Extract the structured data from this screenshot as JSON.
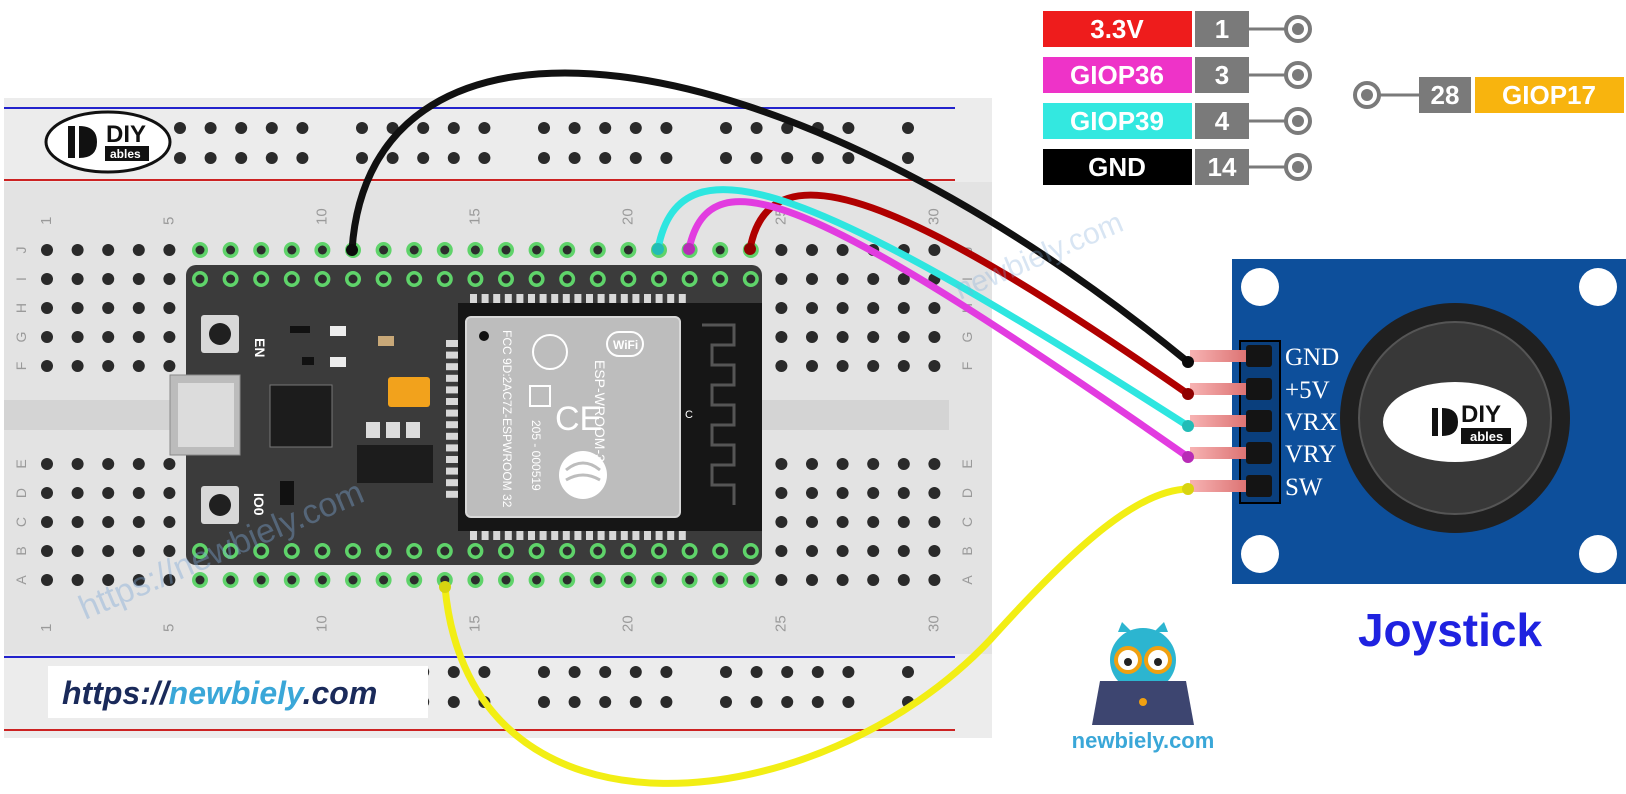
{
  "pin_legend": {
    "esp_pins": [
      {
        "name": "3.3V",
        "number": "1",
        "color": "#ee1c1c"
      },
      {
        "name": "GIOP36",
        "number": "3",
        "color": "#ee33c8"
      },
      {
        "name": "GIOP39",
        "number": "4",
        "color": "#33e8e0"
      },
      {
        "name": "GND",
        "number": "14",
        "color": "#000000"
      }
    ],
    "right_pin": {
      "name": "GIOP17",
      "number": "28",
      "color": "#f8b40e"
    }
  },
  "joystick": {
    "title": "Joystick",
    "pin_labels": [
      "GND",
      "+5V",
      "VRX",
      "VRY",
      "SW"
    ],
    "logo_text": "DIY",
    "logo_subtext": "ables"
  },
  "breadboard": {
    "column_numbers": [
      "1",
      "5",
      "10",
      "15",
      "20",
      "25",
      "30"
    ],
    "row_letters": [
      "J",
      "I",
      "H",
      "G",
      "F",
      "E",
      "D",
      "C",
      "B",
      "A"
    ]
  },
  "esp32": {
    "module_text": "ESP-WROOM-32",
    "fcc_text": "FCC 9D:2AC7Z-ESPWROOM 32",
    "cert_text": "205 - 000519",
    "en_label": "EN",
    "io0_label": "IO0",
    "wifi_label": "WiFi"
  },
  "branding": {
    "diyables_logo_text": "DIY",
    "diyables_logo_subtext": "ables",
    "url_prefix": "https://",
    "url_brand": "newbiely",
    "url_suffix": ".com",
    "owl_caption": "newbiely.com",
    "watermark_1": "https://newbiely.com",
    "watermark_2": "newbiely.com"
  },
  "wire_colors": {
    "gnd": "#111111",
    "vcc": "#c00000",
    "vrx": "#2ee6e0",
    "vry": "#e23ce0",
    "sw": "#f2ee14"
  }
}
